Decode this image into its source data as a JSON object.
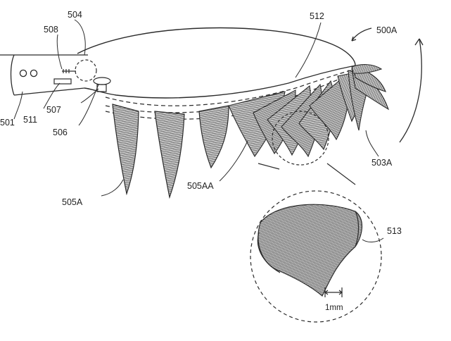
{
  "colors": {
    "line": "#2b2b2b",
    "hatch": "#3a3a3a",
    "fill": "#b9b9b9",
    "background": "#ffffff"
  },
  "labels": {
    "ref_500A": "500A",
    "ref_501": "501",
    "ref_503A": "503A",
    "ref_504": "504",
    "ref_505A": "505A",
    "ref_505AA": "505AA",
    "ref_506": "506",
    "ref_507": "507",
    "ref_508": "508",
    "ref_511": "511",
    "ref_512": "512",
    "ref_513": "513",
    "scale": "1mm"
  }
}
